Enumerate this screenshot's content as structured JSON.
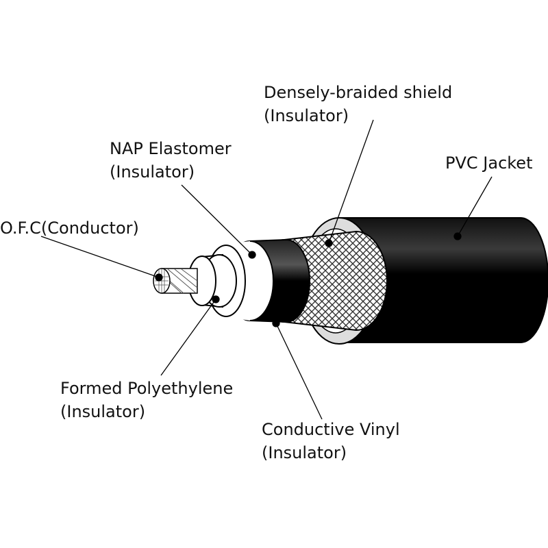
{
  "labels": {
    "braid": {
      "name": "Densely-braided shield",
      "type": "(Insulator)"
    },
    "nap": {
      "name": "NAP Elastomer",
      "type": "(Insulator)"
    },
    "jacket": {
      "name": "PVC Jacket"
    },
    "conductor": {
      "name": "O.F.C(Conductor)"
    },
    "polyethylene": {
      "name": "Formed Polyethylene",
      "type": "(Insulator)"
    },
    "vinyl": {
      "name": "Conductive Vinyl",
      "type": "(Insulator)"
    }
  }
}
